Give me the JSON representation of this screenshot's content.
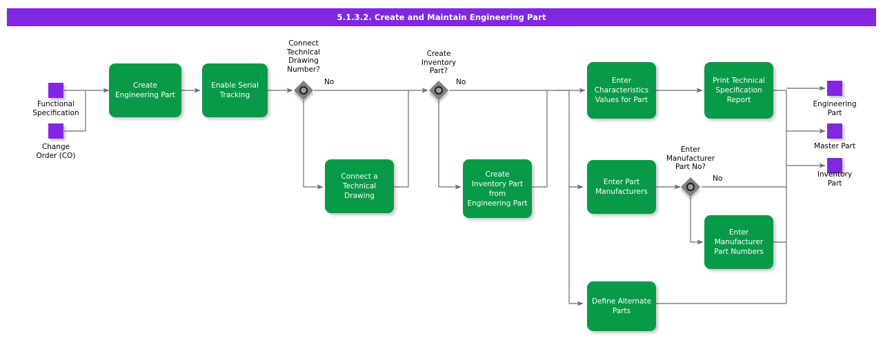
{
  "title": {
    "text": "5.1.3.2. Create and Maintain Engineering Part",
    "bar_color": "#8227e0",
    "text_color": "#ffffff"
  },
  "colors": {
    "task_fill": "#089949",
    "task_text": "#ffffff",
    "artifact_fill": "#8227e0",
    "gateway_fill": "#808080",
    "edge_stroke": "#6b6b6b",
    "label_text": "#000000",
    "background": "#ffffff"
  },
  "artifacts": {
    "inputs": [
      {
        "name": "functional-specification",
        "label": "Functional\nSpecification"
      },
      {
        "name": "change-order",
        "label": "Change\nOrder (CO)"
      }
    ],
    "outputs": [
      {
        "name": "engineering-part",
        "label": "Engineering\nPart"
      },
      {
        "name": "master-part",
        "label": "Master Part"
      },
      {
        "name": "inventory-part",
        "label": "Inventory\nPart"
      }
    ]
  },
  "tasks": [
    {
      "name": "create-engineering-part",
      "label": "Create\nEngineering Part"
    },
    {
      "name": "enable-serial-tracking",
      "label": "Enable Serial\nTracking"
    },
    {
      "name": "connect-a-technical-drawing",
      "label": "Connect a\nTechnical\nDrawing"
    },
    {
      "name": "create-inventory-part-from-engineering-part",
      "label": "Create\nInventory Part\nfrom\nEngineering Part"
    },
    {
      "name": "enter-characteristics-values-for-part",
      "label": "Enter\nCharacteristics\nValues for Part"
    },
    {
      "name": "print-technical-specification-report",
      "label": "Print Technical\nSpecification\nReport"
    },
    {
      "name": "enter-part-manufacturers",
      "label": "Enter Part\nManufacturers"
    },
    {
      "name": "enter-manufacturer-part-numbers",
      "label": "Enter\nManufacturer\nPart Numbers"
    },
    {
      "name": "define-alternate-parts",
      "label": "Define Alternate\nParts"
    }
  ],
  "gateways": [
    {
      "name": "connect-technical-drawing-number",
      "label": "Connect\nTechnical\nDrawing\nNumber?"
    },
    {
      "name": "create-inventory-part",
      "label": "Create\nInventory\nPart?"
    },
    {
      "name": "enter-manufacturer-part-no",
      "label": "Enter\nManufacturer\nPart No?"
    }
  ],
  "flow_labels": [
    {
      "name": "flow-label-no-drawing",
      "text": "No"
    },
    {
      "name": "flow-label-no-inventory",
      "text": "No"
    },
    {
      "name": "flow-label-no-manufacturer",
      "text": "No"
    }
  ]
}
